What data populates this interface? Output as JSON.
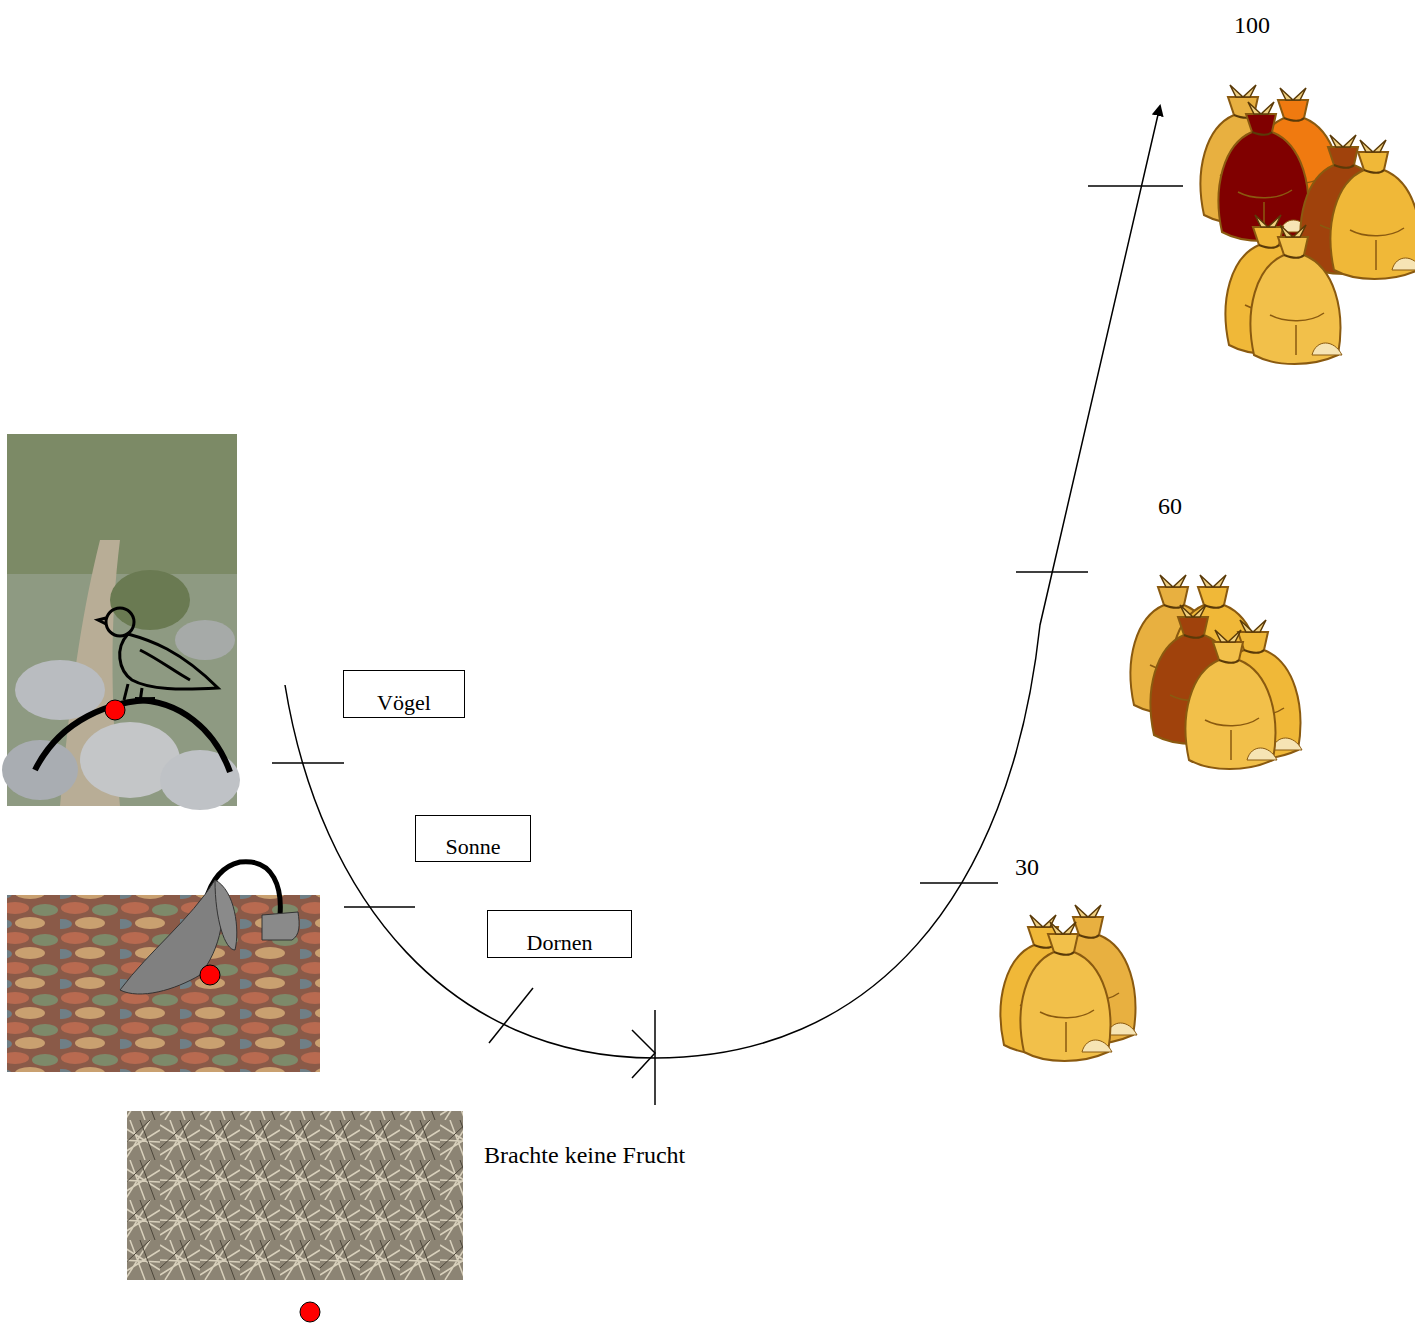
{
  "diagram": {
    "nodes": [
      {
        "text": [
          "Vögel"
        ]
      },
      {
        "text": [
          "Sonne"
        ]
      },
      {
        "text": [
          "Dornen"
        ]
      }
    ],
    "labels": [
      "100",
      "60",
      "30",
      "Brachte keine Frucht"
    ]
  }
}
